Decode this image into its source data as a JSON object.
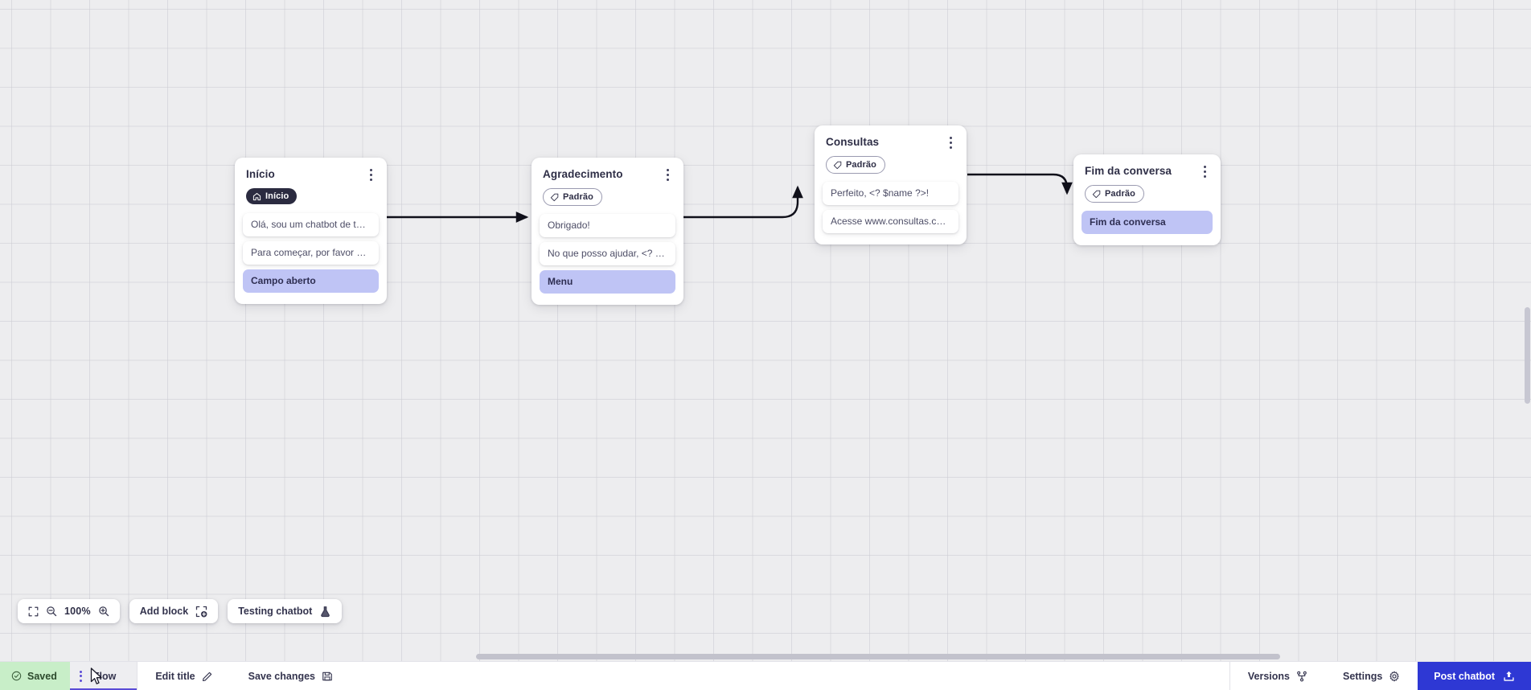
{
  "canvas": {
    "zoom_level": "100%",
    "grid": true,
    "background_color": "#ededef"
  },
  "nodes": [
    {
      "id": "inicio",
      "title": "Início",
      "badge": {
        "label": "Início",
        "style": "dark",
        "icon": "home-icon"
      },
      "slots": [
        {
          "text": "Olá, sou um chatbot de teste!",
          "accent": false
        },
        {
          "text": "Para começar, por favor digite o ...",
          "accent": false
        },
        {
          "text": "Campo aberto",
          "accent": true
        }
      ]
    },
    {
      "id": "agradecimento",
      "title": "Agradecimento",
      "badge": {
        "label": "Padrão",
        "style": "outline",
        "icon": "tag-icon"
      },
      "slots": [
        {
          "text": "Obrigado!",
          "accent": false
        },
        {
          "text": "No que posso ajudar, <? $name ...",
          "accent": false
        },
        {
          "text": "Menu",
          "accent": true
        }
      ]
    },
    {
      "id": "consultas",
      "title": "Consultas",
      "badge": {
        "label": "Padrão",
        "style": "outline",
        "icon": "tag-icon"
      },
      "slots": [
        {
          "text": "Perfeito, <? $name ?>!",
          "accent": false
        },
        {
          "text": "Acesse www.consultas.com par...",
          "accent": false
        }
      ]
    },
    {
      "id": "fim",
      "title": "Fim da conversa",
      "badge": {
        "label": "Padrão",
        "style": "outline",
        "icon": "tag-icon"
      },
      "slots": [
        {
          "text": "Fim da conversa",
          "accent": true
        }
      ]
    }
  ],
  "toolbar": {
    "fit_icon": "fit-screen-icon",
    "zoom_out_icon": "zoom-out-icon",
    "zoom_level": "100%",
    "zoom_in_icon": "zoom-in-icon",
    "add_block_label": "Add block",
    "add_block_icon": "add-block-icon",
    "testing_label": "Testing chatbot",
    "testing_icon": "flask-icon"
  },
  "bottombar": {
    "saved_label": "Saved",
    "saved_icon": "check-circle-icon",
    "saved_color": "#c8eec8",
    "flow_label": "Flow",
    "flow_kebab_icon": "kebab-menu-icon",
    "edit_title_label": "Edit title",
    "edit_title_icon": "pencil-icon",
    "save_changes_label": "Save changes",
    "save_changes_icon": "floppy-disk-icon",
    "versions_label": "Versions",
    "versions_icon": "branch-icon",
    "settings_label": "Settings",
    "settings_icon": "gear-icon",
    "post_label": "Post chatbot",
    "post_icon": "upload-icon",
    "post_color": "#2e38d4",
    "active_tab": "Flow"
  }
}
